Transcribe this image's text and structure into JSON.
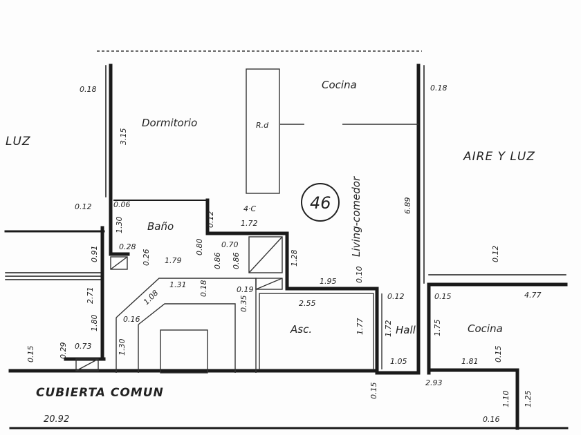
{
  "labels": {
    "dormitorio": "Dormitorio",
    "cocina_top": "Cocina",
    "rd": "R.d",
    "luz_left": "LUZ",
    "aire_y_luz": "AIRE Y LUZ",
    "living": "Living-comedor",
    "unit_number": "46",
    "bano": "Baño",
    "ac": "4·C",
    "asc": "Asc.",
    "hall": "Hall",
    "cocina_right": "Cocina",
    "cubierta": "CUBIERTA COMUN"
  },
  "dims": {
    "d_018_left": "0.18",
    "d_315": "3.15",
    "d_018_right": "0.18",
    "d_012_left": "0.12",
    "d_006": "0.06",
    "d_130": "1.30",
    "d_012_bath": "0.12",
    "d_172": "1.72",
    "d_028": "0.28",
    "d_026": "0.26",
    "d_179": "1.79",
    "d_080": "0.80",
    "d_070": "0.70",
    "d_086a": "0.86",
    "d_086b": "0.86",
    "d_128": "1.28",
    "d_689": "6.89",
    "d_012_aire": "0.12",
    "d_091": "0.91",
    "d_271": "2.71",
    "d_131": "1.31",
    "d_018_mid": "0.18",
    "d_019": "0.19",
    "d_035": "0.35",
    "d_195": "1.95",
    "d_010": "0.10",
    "d_012_hall": "0.12",
    "d_015_cocina": "0.15",
    "d_477": "4.77",
    "d_108": "1.08",
    "d_016": "0.16",
    "d_255": "2.55",
    "d_177": "1.77",
    "d_172_hall": "1.72",
    "d_175": "1.75",
    "d_180": "1.80",
    "d_029": "0.29",
    "d_073": "0.73",
    "d_130_low": "1.30",
    "d_015_left": "0.15",
    "d_105": "1.05",
    "d_181": "1.81",
    "d_015_k": "0.15",
    "d_015_b": "0.15",
    "d_293": "2.93",
    "d_110": "1.10",
    "d_125": "1.25",
    "d_016_b": "0.16",
    "d_2092": "20.92"
  }
}
